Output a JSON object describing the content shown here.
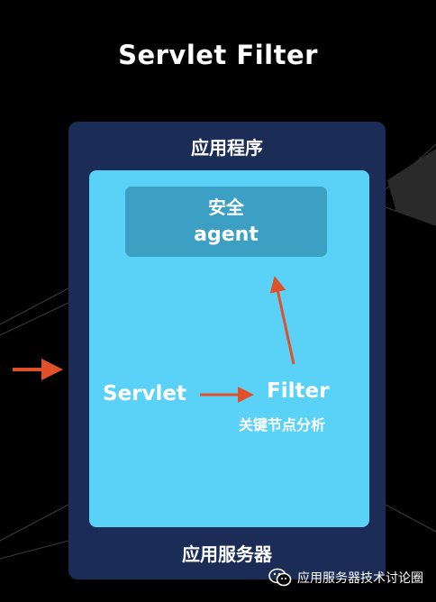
{
  "title": "Servlet Filter",
  "server": {
    "label": "应用服务器"
  },
  "application": {
    "label": "应用程序"
  },
  "agent": {
    "line1": "安全",
    "line2": "agent"
  },
  "servlet": {
    "label": "Servlet"
  },
  "filter": {
    "label": "Filter",
    "sublabel": "关键节点分析"
  },
  "watermark": {
    "text": "应用服务器技术讨论圈",
    "icon": "wechat-icon"
  },
  "colors": {
    "background": "#000000",
    "server_box": "#1b2c57",
    "app_box": "#5ad2f8",
    "agent_box": "#3c9fc4",
    "arrow": "#e0512a",
    "text": "#ffffff"
  }
}
